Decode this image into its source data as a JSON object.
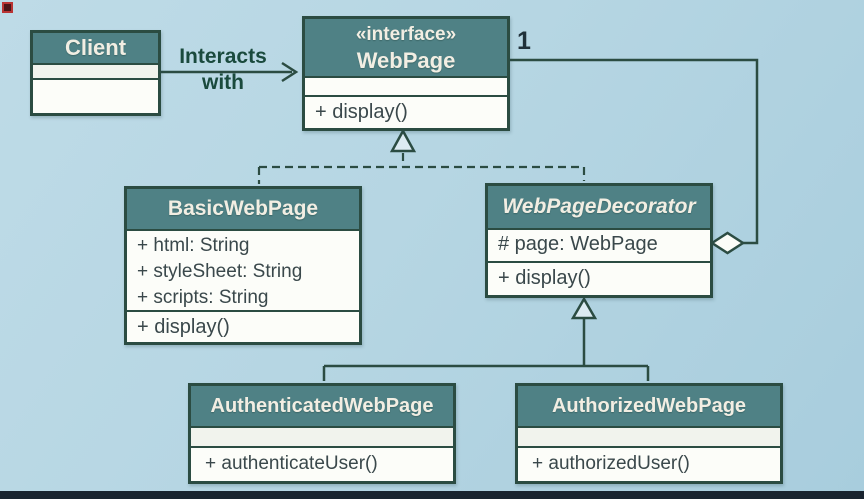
{
  "classes": {
    "client": {
      "name": "Client"
    },
    "webpage": {
      "stereotype": "«interface»",
      "name": "WebPage",
      "methods": [
        "+ display()"
      ]
    },
    "basicwebpage": {
      "name": "BasicWebPage",
      "attributes": [
        "+ html: String",
        "+ styleSheet: String",
        "+ scripts: String"
      ],
      "methods": [
        "+ display()"
      ]
    },
    "webpagedecorator": {
      "name": "WebPageDecorator",
      "attributes": [
        "# page: WebPage"
      ],
      "methods": [
        "+ display()"
      ]
    },
    "authenticatedwebpage": {
      "name": "AuthenticatedWebPage",
      "methods": [
        "+ authenticateUser()"
      ]
    },
    "authorizedwebpage": {
      "name": "AuthorizedWebPage",
      "methods": [
        "+ authorizedUser()"
      ]
    }
  },
  "labels": {
    "interacts_line1": "Interacts",
    "interacts_line2": "with",
    "multiplicity_one": "1"
  },
  "colors": {
    "header_fill": "#4f8185",
    "border": "#2b4c42",
    "edge_label_text": "#1a4a3d",
    "compartment_fill": "#fcfdf9",
    "background": "#b6d6e3"
  }
}
